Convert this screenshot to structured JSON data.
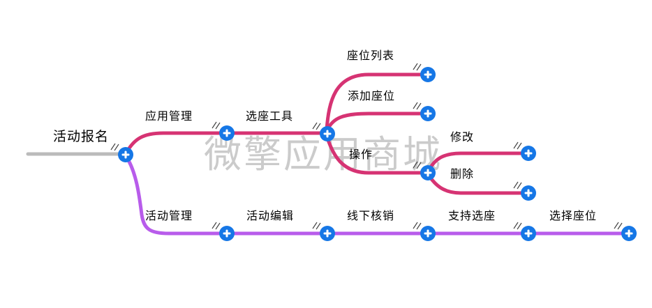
{
  "watermark": {
    "text": "微擎应用商城"
  },
  "colors": {
    "top_branch": "#d63373",
    "bottom_branch": "#b85ceb",
    "root_line": "#bbbbbb",
    "plus_button_bg": "#1677e6",
    "plus_glyph": "#ffffff",
    "watermark": "#cbcbcb",
    "label_text": "#000000",
    "handle": "#444444"
  },
  "icons": {
    "plus_button": "plus-in-blue-circle",
    "branch_tip": "double-slash-handle"
  },
  "nodes": [
    {
      "label": "活动报名",
      "branch": "root",
      "children": [
        "应用管理",
        "活动管理"
      ]
    },
    {
      "label": "应用管理",
      "branch": "top",
      "children": [
        "选座工具"
      ]
    },
    {
      "label": "选座工具",
      "branch": "top",
      "children": [
        "座位列表",
        "添加座位",
        "操作"
      ]
    },
    {
      "label": "座位列表",
      "branch": "top",
      "children": []
    },
    {
      "label": "添加座位",
      "branch": "top",
      "children": []
    },
    {
      "label": "操作",
      "branch": "top",
      "children": [
        "修改",
        "删除"
      ]
    },
    {
      "label": "修改",
      "branch": "top",
      "children": []
    },
    {
      "label": "删除",
      "branch": "top",
      "children": []
    },
    {
      "label": "活动管理",
      "branch": "bottom",
      "children": [
        "活动编辑"
      ]
    },
    {
      "label": "活动编辑",
      "branch": "bottom",
      "children": [
        "线下核销"
      ]
    },
    {
      "label": "线下核销",
      "branch": "bottom",
      "children": [
        "支持选座"
      ]
    },
    {
      "label": "支持选座",
      "branch": "bottom",
      "children": [
        "选择座位"
      ]
    },
    {
      "label": "选择座位",
      "branch": "bottom",
      "children": []
    }
  ]
}
